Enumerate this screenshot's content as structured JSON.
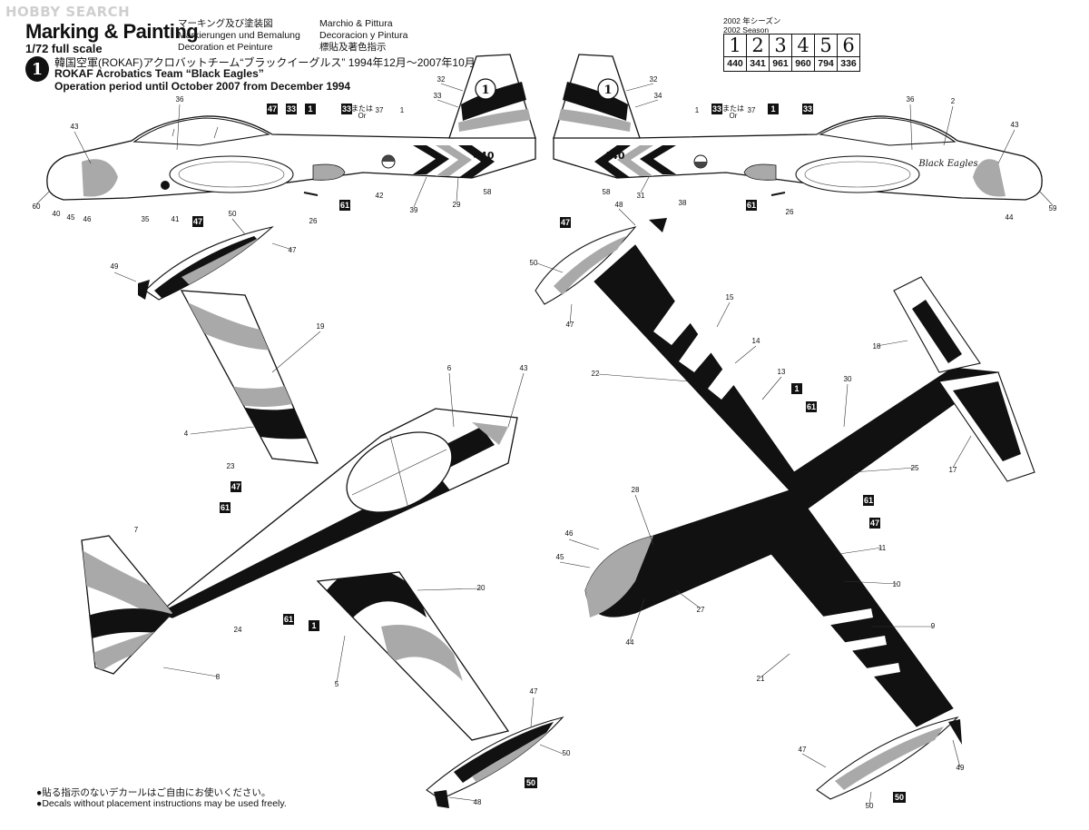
{
  "watermark": "HOBBY SEARCH",
  "header": {
    "title": "Marking & Painting",
    "scale": "1/72 full scale",
    "multilang": [
      "マーキング及び塗装図",
      "Markierungen und Bemalung",
      "Decoration et Peinture",
      "Marchio & Pittura",
      "Decoracion y Pintura",
      "標貼及著色指示"
    ],
    "scheme_number": "1",
    "scheme_jp": "韓国空軍(ROKAF)アクロバットチーム“ブラックイーグルス” 1994年12月～2007年10月",
    "scheme_en_1": "ROKAF Acrobatics Team “Black Eagles”",
    "scheme_en_2": "Operation period until October 2007 from December 1994"
  },
  "season_table": {
    "label_jp": "2002 年シーズン",
    "label_en": "2002 Season",
    "positions": [
      "1",
      "2",
      "3",
      "4",
      "5",
      "6"
    ],
    "codes": [
      "440",
      "341",
      "961",
      "960",
      "794",
      "336"
    ]
  },
  "aircraft": {
    "tail_number": "440",
    "tail_code": "1",
    "nose_text": "Black Eagles"
  },
  "callouts": {
    "side_left": [
      "36",
      "47",
      "33",
      "1",
      "33",
      "または",
      "Or",
      "37",
      "1",
      "32",
      "33",
      "43",
      "60",
      "40",
      "45",
      "46",
      "35",
      "41",
      "26",
      "61",
      "42",
      "39",
      "29",
      "58"
    ],
    "side_right": [
      "32",
      "34",
      "1",
      "33",
      "または",
      "Or",
      "37",
      "1",
      "33",
      "36",
      "2",
      "43",
      "58",
      "31",
      "38",
      "61",
      "26",
      "44",
      "59"
    ],
    "top_view": [
      "47",
      "50",
      "47",
      "49",
      "19",
      "6",
      "43",
      "4",
      "23",
      "47",
      "61",
      "7",
      "20",
      "24",
      "61",
      "1",
      "5",
      "8",
      "47",
      "50",
      "50",
      "48"
    ],
    "bottom_view": [
      "47",
      "48",
      "50",
      "47",
      "15",
      "14",
      "13",
      "1",
      "61",
      "30",
      "18",
      "22",
      "17",
      "25",
      "28",
      "61",
      "47",
      "46",
      "45",
      "11",
      "10",
      "27",
      "44",
      "9",
      "21",
      "47",
      "49",
      "50",
      "50"
    ]
  },
  "notes": [
    "●貼る指示のないデカールはご自由にお使いください。",
    "●Decals without placement instructions may be used freely."
  ]
}
